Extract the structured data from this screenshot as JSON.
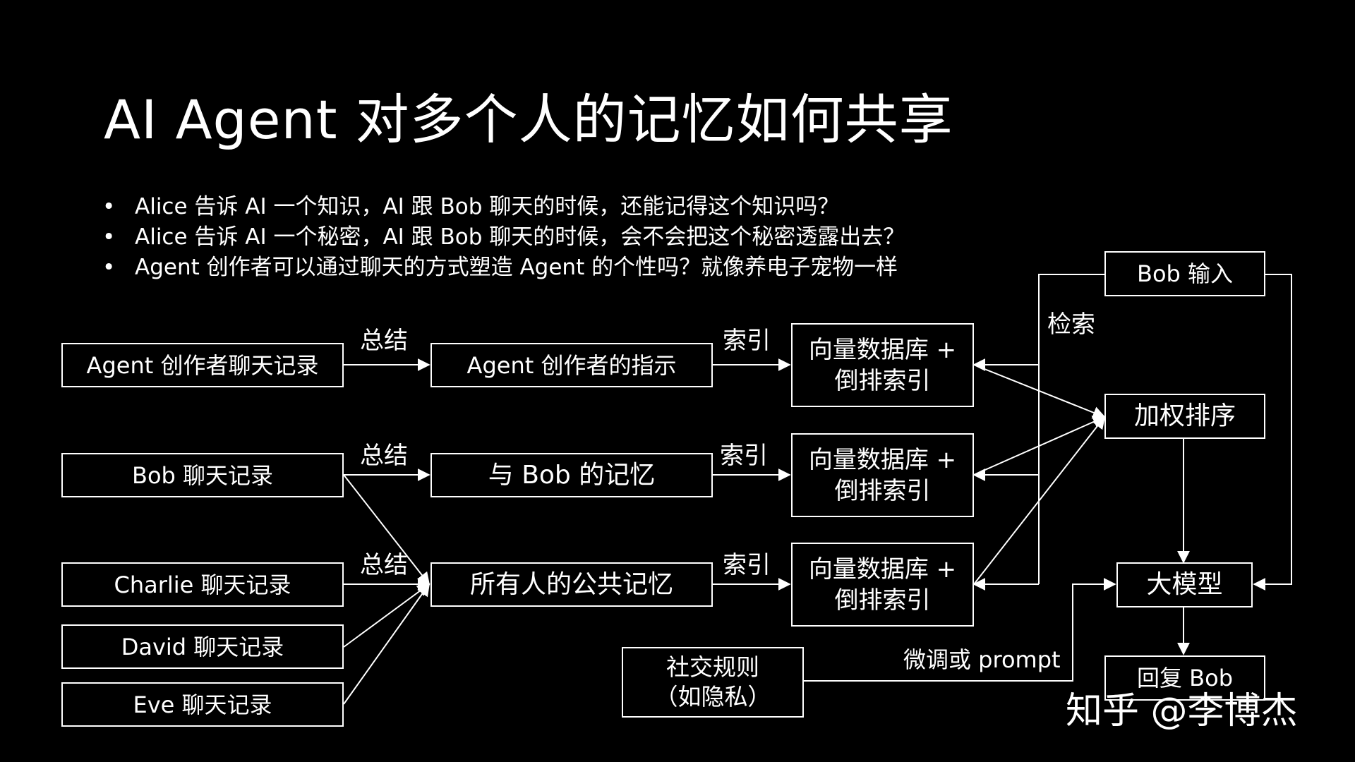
{
  "title": "AI Agent 对多个人的记忆如何共享",
  "bullets": [
    "Alice 告诉 AI 一个知识，AI 跟 Bob 聊天的时候，还能记得这个知识吗？",
    "Alice 告诉 AI 一个秘密，AI 跟 Bob 聊天的时候，会不会把这个秘密透露出去？",
    "Agent 创作者可以通过聊天的方式塑造 Agent 的个性吗？就像养电子宠物一样"
  ],
  "sources": {
    "creator_chat": "Agent 创作者聊天记录",
    "bob_chat": "Bob 聊天记录",
    "charlie_chat": "Charlie 聊天记录",
    "david_chat": "David 聊天记录",
    "eve_chat": "Eve 聊天记录"
  },
  "memories": {
    "creator_instructions": "Agent 创作者的指示",
    "bob_memory": "与 Bob 的记忆",
    "public_memory": "所有人的公共记忆"
  },
  "db_box": {
    "line1": "向量数据库 +",
    "line2": "倒排索引"
  },
  "pipeline": {
    "bob_input": "Bob 输入",
    "weighted_rank": "加权排序",
    "llm": "大模型",
    "reply": "回复 Bob",
    "social_rules_line1": "社交规则",
    "social_rules_line2": "（如隐私）"
  },
  "edge_labels": {
    "summarize": "总结",
    "index": "索引",
    "retrieve": "检索",
    "finetune": "微调或 prompt"
  },
  "watermark": "知乎 @李博杰"
}
